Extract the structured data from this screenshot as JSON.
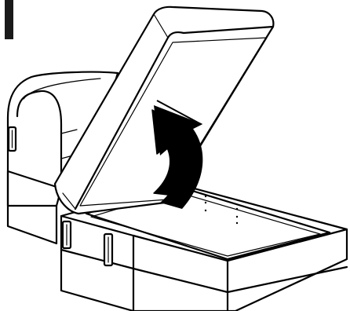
{
  "figure": {
    "step_marker_color": "#1a1a1a",
    "line_color": "#000000",
    "background_color": "#ffffff",
    "arrow": {
      "icon": "curved-arrow-up-left",
      "color": "#000000"
    },
    "handles_count": 3,
    "lid_state": "open"
  }
}
